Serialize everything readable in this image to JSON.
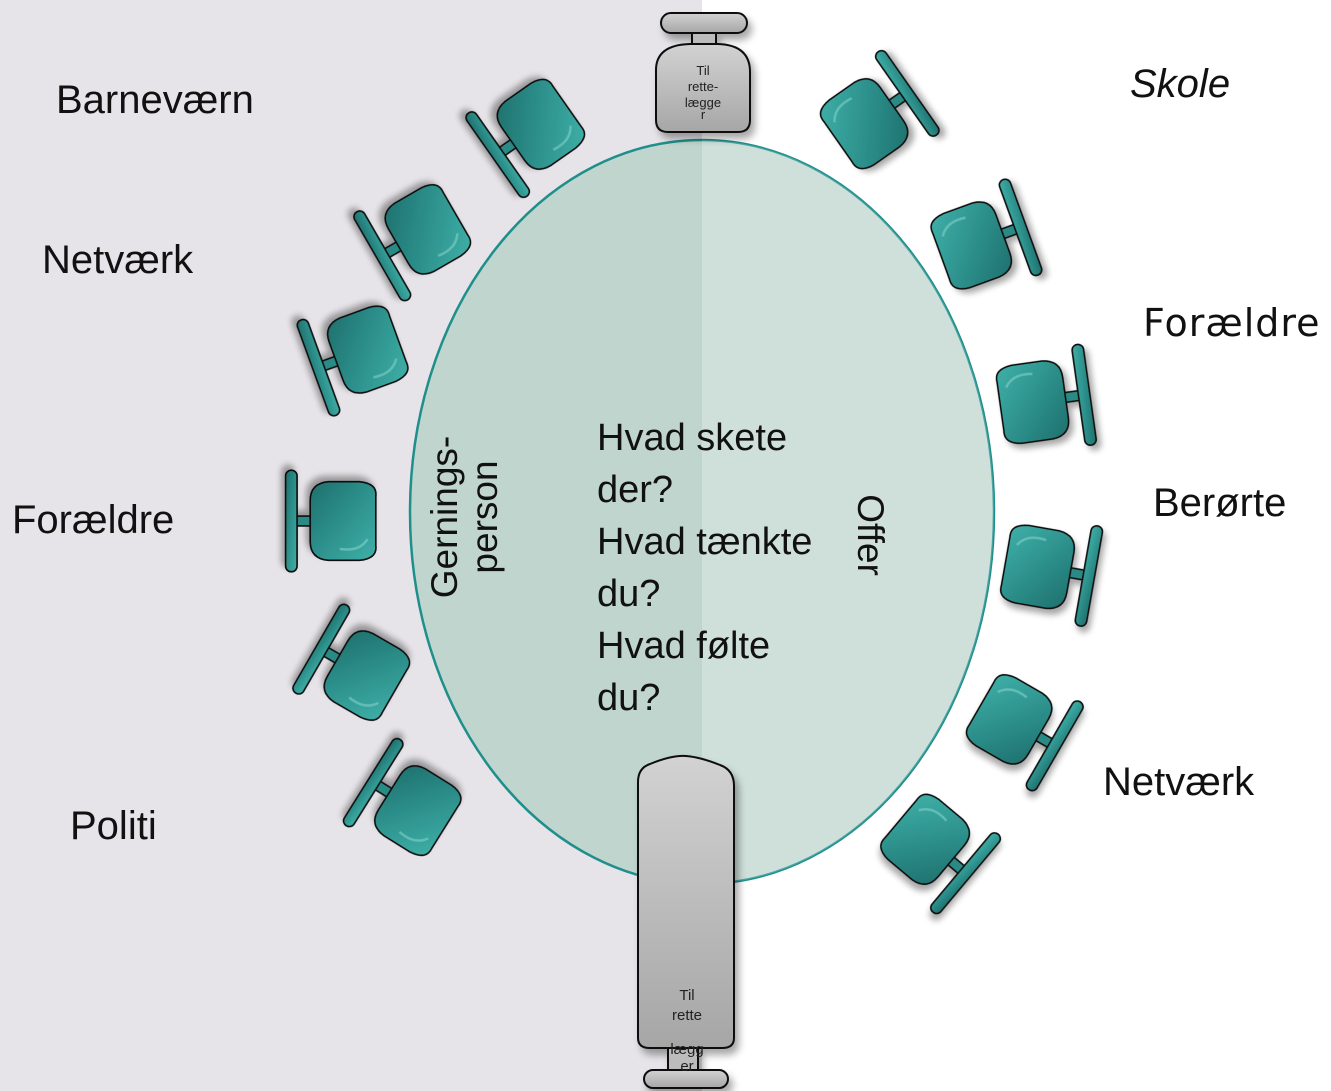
{
  "labels_left": {
    "barnevaern": "Barneværn",
    "netvaerk": "Netværk",
    "foraeldre": "Forældre",
    "politi": "Politi"
  },
  "labels_right": {
    "skole": "Skole",
    "foraeldre": "Forældre",
    "beroerte": "Berørte",
    "netvaerk": "Netværk"
  },
  "table": {
    "left_side": {
      "line1": "Gernings-",
      "line2": "person"
    },
    "right_side": "Offer",
    "questions": [
      "Hvad skete",
      "der?",
      "Hvad tænkte",
      "du?",
      "Hvad følte",
      "du?"
    ]
  },
  "mediator_top": {
    "line1": "Til",
    "line2": "rette-",
    "line3": "lægge",
    "line4": "r"
  },
  "mediator_bottom": {
    "line1": "Til",
    "line2": "rette",
    "line3": "lægg",
    "line4": "er"
  },
  "colors": {
    "left_background": "#e6e4e8",
    "table_fill": "#c4d8cf",
    "table_stroke": "#1f8f8c",
    "chair_teal": "#2a8a86",
    "chair_light": "#3aa6a0",
    "mediator_gray": "#b9b9b9"
  },
  "icons": {
    "chair": "office-chair-icon",
    "mediator_chair": "gray-chair-icon"
  }
}
